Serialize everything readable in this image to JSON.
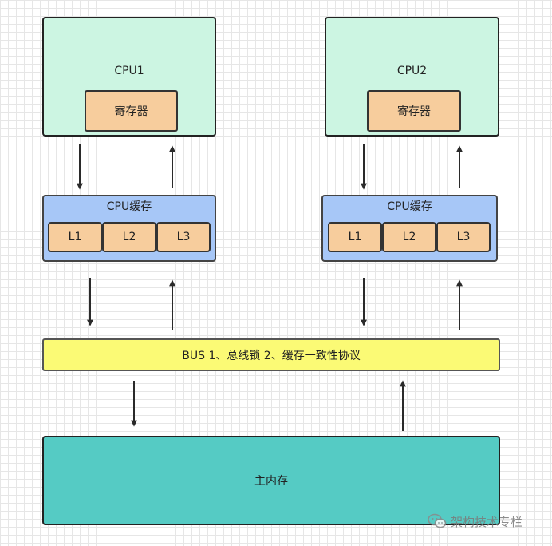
{
  "cpus": [
    {
      "title": "CPU1",
      "register": "寄存器"
    },
    {
      "title": "CPU2",
      "register": "寄存器"
    }
  ],
  "caches": [
    {
      "title": "CPU缓存",
      "levels": [
        "L1",
        "L2",
        "L3"
      ]
    },
    {
      "title": "CPU缓存",
      "levels": [
        "L1",
        "L2",
        "L3"
      ]
    }
  ],
  "bus": {
    "label": "BUS 1、总线锁 2、缓存一致性协议"
  },
  "memory": {
    "label": "主内存"
  },
  "watermark": {
    "text": "架构技术专栏",
    "icon": "wechat-icon"
  },
  "colors": {
    "cpu_fill": "#ccf5e2",
    "register_fill": "#f7cd9d",
    "cache_fill": "#a7c7f7",
    "bus_fill": "#fbfa75",
    "memory_fill": "#55cbc4",
    "arrow": "#2a2a2a"
  }
}
